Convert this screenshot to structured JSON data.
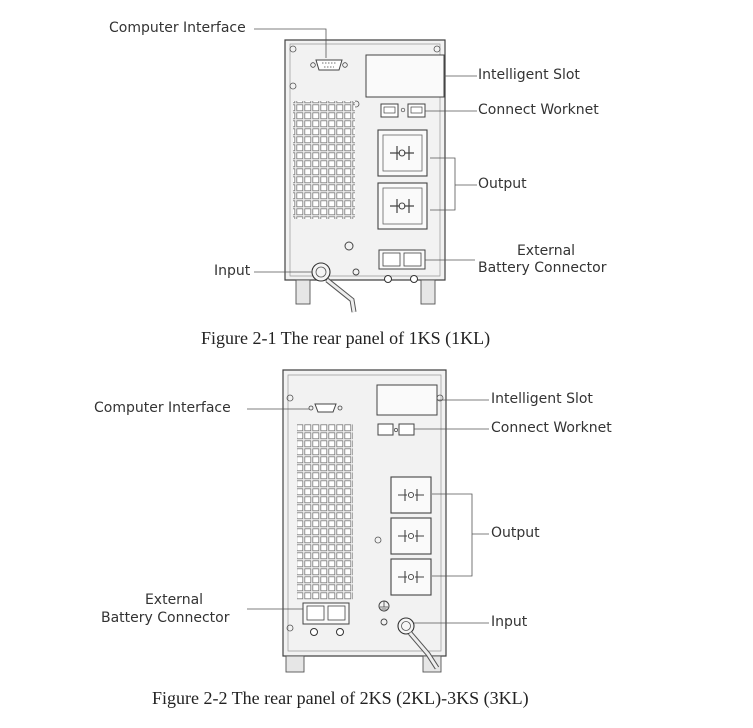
{
  "figure1": {
    "caption": "Figure 2-1 The rear panel of 1KS (1KL)",
    "labels": {
      "computer_interface": "Computer Interface",
      "intelligent_slot": "Intelligent Slot",
      "connect_worknet": "Connect Worknet",
      "output": "Output",
      "external_battery_line1": "External",
      "external_battery_line2": "Battery Connector",
      "input": "Input"
    }
  },
  "figure2": {
    "caption": "Figure 2-2 The rear panel of 2KS (2KL)-3KS (3KL)",
    "labels": {
      "computer_interface": "Computer Interface",
      "intelligent_slot": "Intelligent Slot",
      "connect_worknet": "Connect Worknet",
      "output": "Output",
      "external_battery_line1": "External",
      "external_battery_line2": "Battery Connector",
      "input": "Input"
    }
  }
}
